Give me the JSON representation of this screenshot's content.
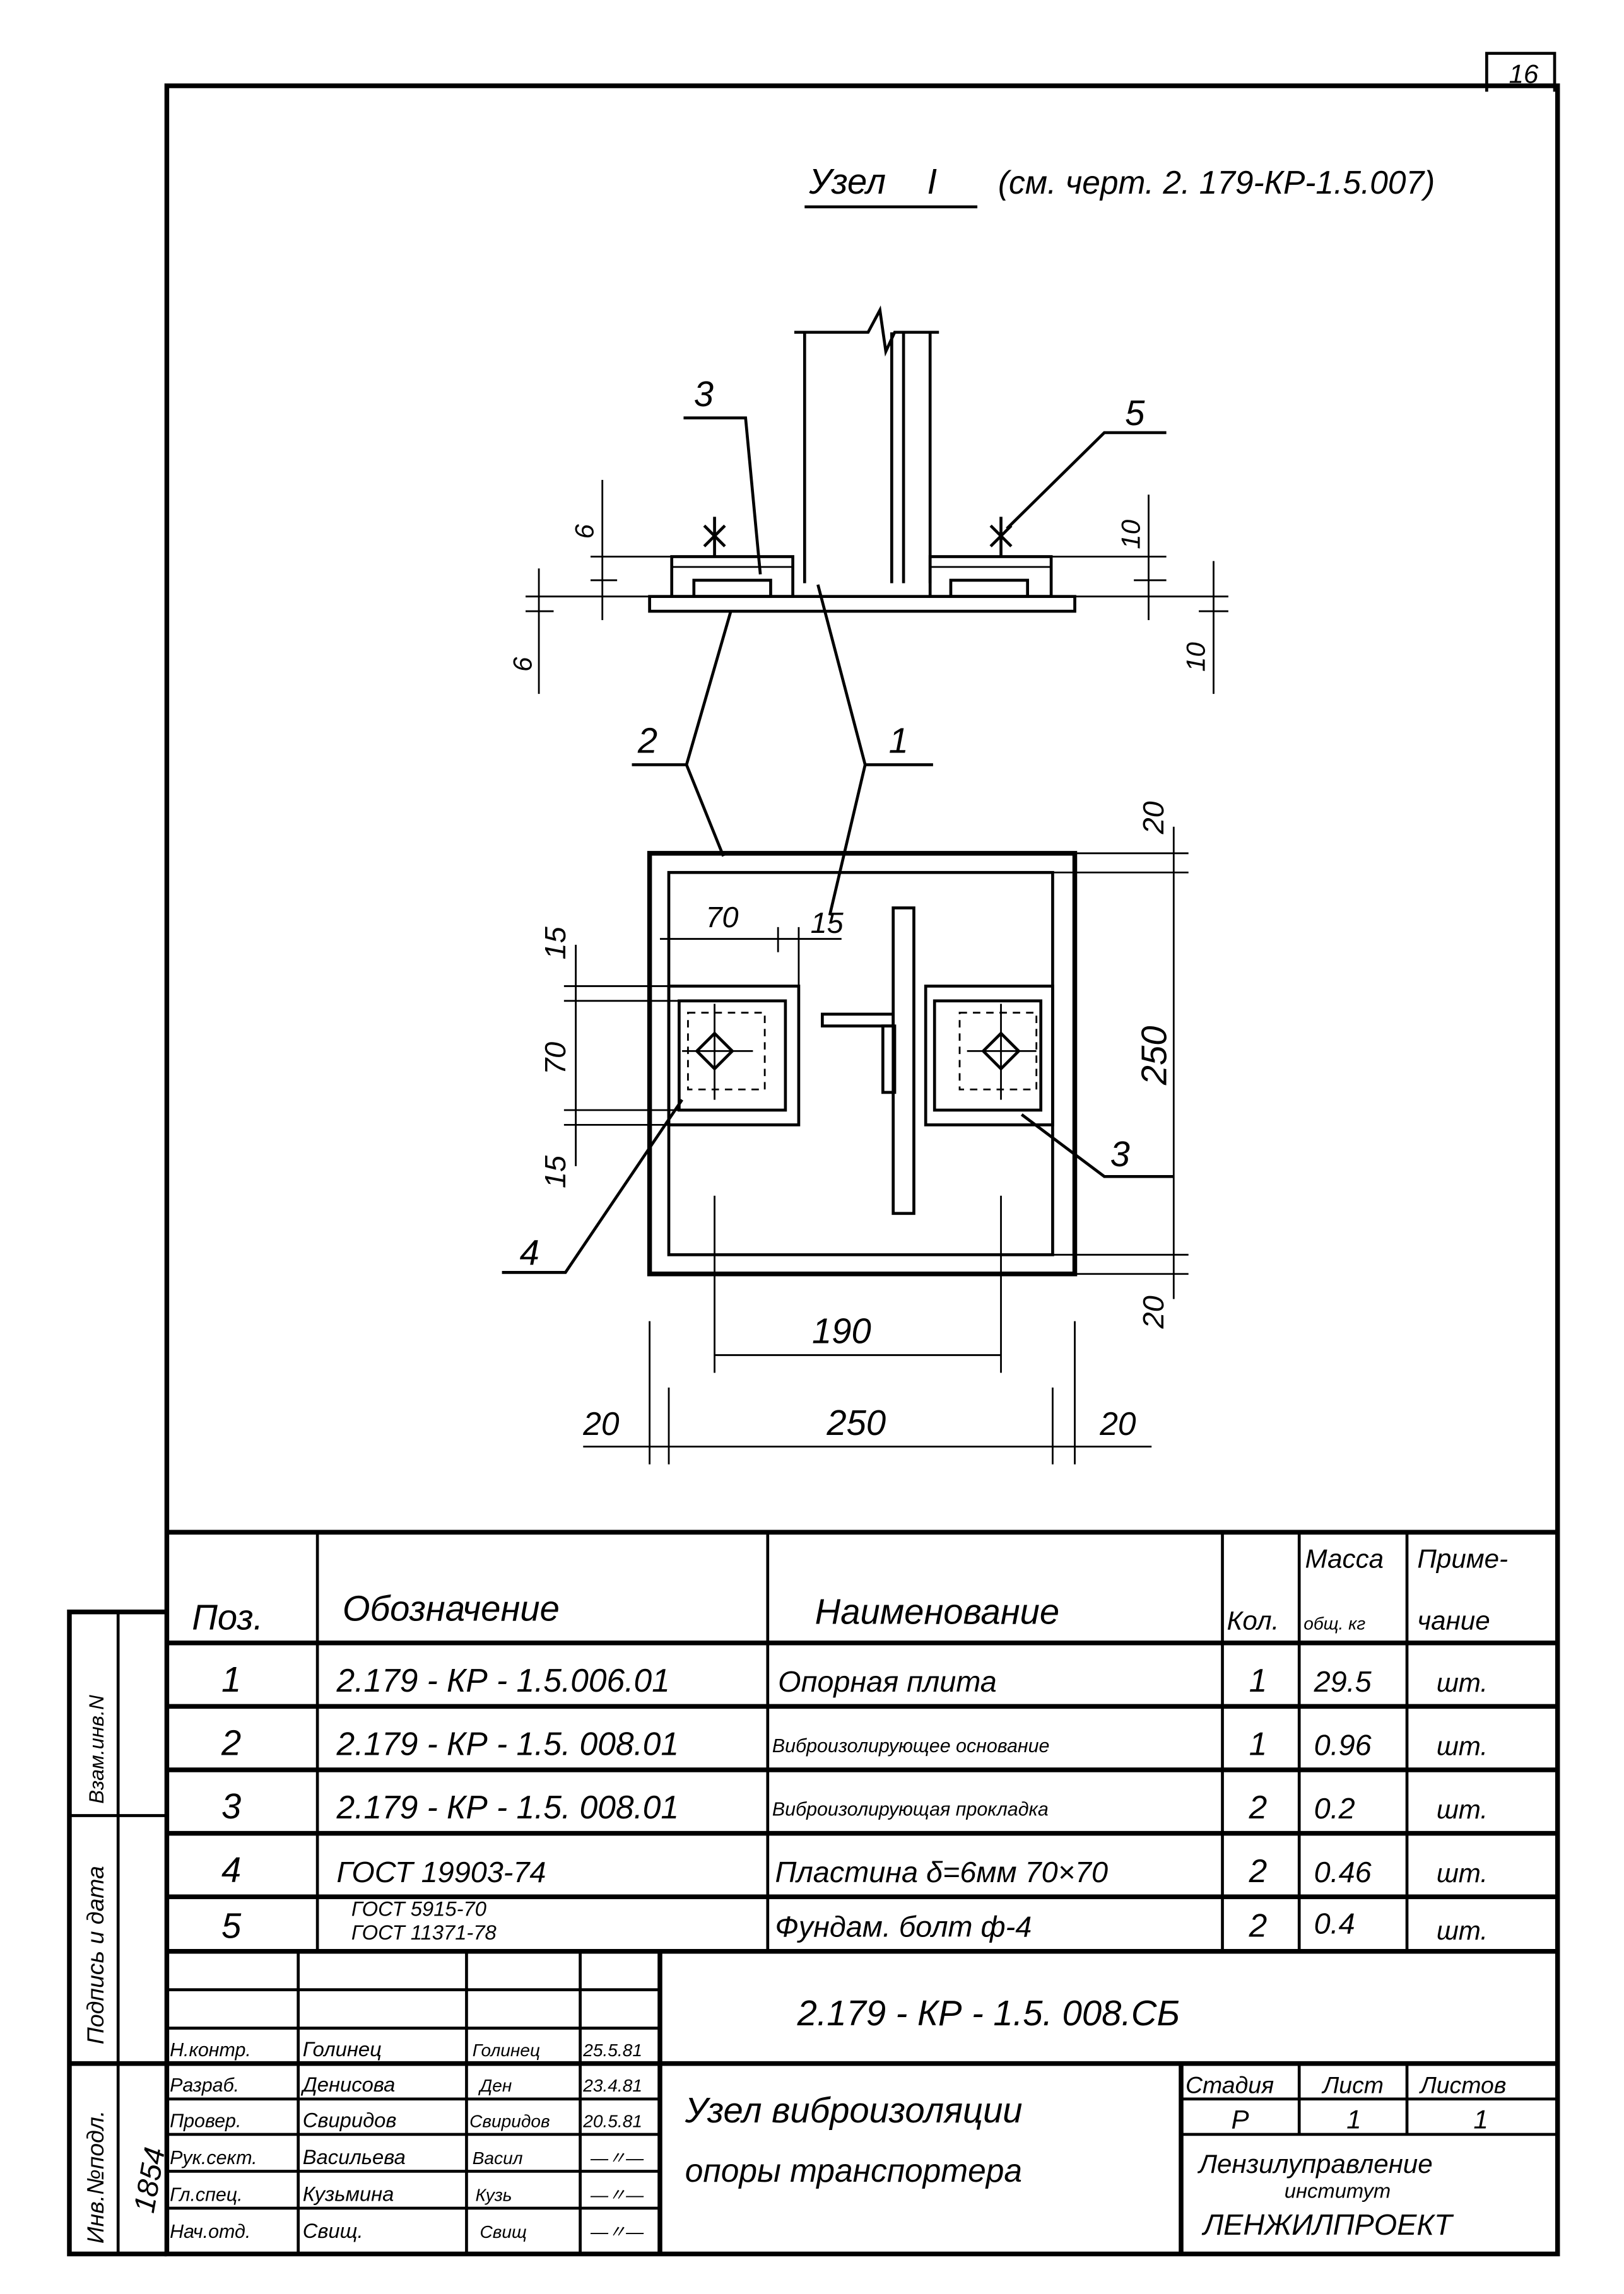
{
  "sheet_number": "16",
  "node_title": {
    "label": "Узел",
    "roman": "I",
    "reference": "(см. черт. 2. 179-КР-1.5.007)"
  },
  "drawing": {
    "callouts": [
      "1",
      "2",
      "3",
      "4",
      "5",
      "3"
    ],
    "elevation_dims": [
      "6",
      "6",
      "10",
      "10"
    ],
    "plan_dims": {
      "top_left_70": "70",
      "top_15": "15",
      "left_15_top": "15",
      "left_70": "70",
      "left_15_bottom": "15",
      "right_20_top": "20",
      "right_250": "250",
      "right_20_bottom": "20",
      "bolt_spacing": "190",
      "bottom_20_left": "20",
      "bottom_250": "250",
      "bottom_20_right": "20"
    }
  },
  "spec_table": {
    "headers": {
      "pos": "Поз.",
      "designation": "Обозначение",
      "name": "Наименование",
      "qty": "Кол.",
      "mass_line1": "Масса",
      "mass_line2": "общ. кг",
      "note_line1": "Приме-",
      "note_line2": "чание"
    },
    "rows": [
      {
        "pos": "1",
        "designation": "2.179 - КР - 1.5.006.01",
        "name": "Опорная   плита",
        "qty": "1",
        "mass": "29.5",
        "note": "шт."
      },
      {
        "pos": "2",
        "designation": "2.179 - КР - 1.5. 008.01",
        "name": "Виброизолирующее основание",
        "qty": "1",
        "mass": "0.96",
        "note": "шт."
      },
      {
        "pos": "3",
        "designation": "2.179 - КР - 1.5. 008.01",
        "name": "Виброизолирующая прокладка",
        "qty": "2",
        "mass": "0.2",
        "note": "шт."
      },
      {
        "pos": "4",
        "designation": "ГОСТ  19903-74",
        "name": "Пластина δ=6мм 70×70",
        "qty": "2",
        "mass": "0.46",
        "note": "шт."
      },
      {
        "pos": "5",
        "designation": "ГОСТ  5915-70",
        "designation2": "ГОСТ  11371-78",
        "name": "Фундам. болт  ф-4",
        "qty": "2",
        "mass": "0.4",
        "note": "шт."
      }
    ]
  },
  "title_block": {
    "document_code": "2.179 - КР - 1.5. 008.СБ",
    "title_line1": "Узел   виброизоляции",
    "title_line2": "опоры  транспортера",
    "stage_header": "Стадия",
    "sheet_header": "Лист",
    "sheets_header": "Листов",
    "stage": "Р",
    "sheet": "1",
    "sheets": "1",
    "org_line1": "Лензилуправление",
    "org_line2": "институт",
    "org_line3": "ЛЕНЖИЛПРОЕКТ",
    "signatories": [
      {
        "role": "Н.контр.",
        "name": "Голинец",
        "signature": "Голинец",
        "date": "25.5.81"
      },
      {
        "role": "Разраб.",
        "name": "Денисова",
        "signature": "Ден",
        "date": "23.4.81"
      },
      {
        "role": "Провер.",
        "name": "Свиридов",
        "signature": "Свиридов",
        "date": "20.5.81"
      },
      {
        "role": "Рук.сект.",
        "name": "Васильева",
        "signature": "Васил",
        "date": "—〃—"
      },
      {
        "role": "Гл.спец.",
        "name": "Кузьмина",
        "signature": "Кузь",
        "date": "—〃—"
      },
      {
        "role": "Нач.отд.",
        "name": "Свищ.",
        "signature": "Свищ",
        "date": "—〃—"
      }
    ]
  },
  "side_stamp": {
    "replace_inv": "Взам.инв.N",
    "signature_date": "Подпись и дата",
    "inv_original": "Инв.№подл.",
    "inv_number": "1854"
  }
}
